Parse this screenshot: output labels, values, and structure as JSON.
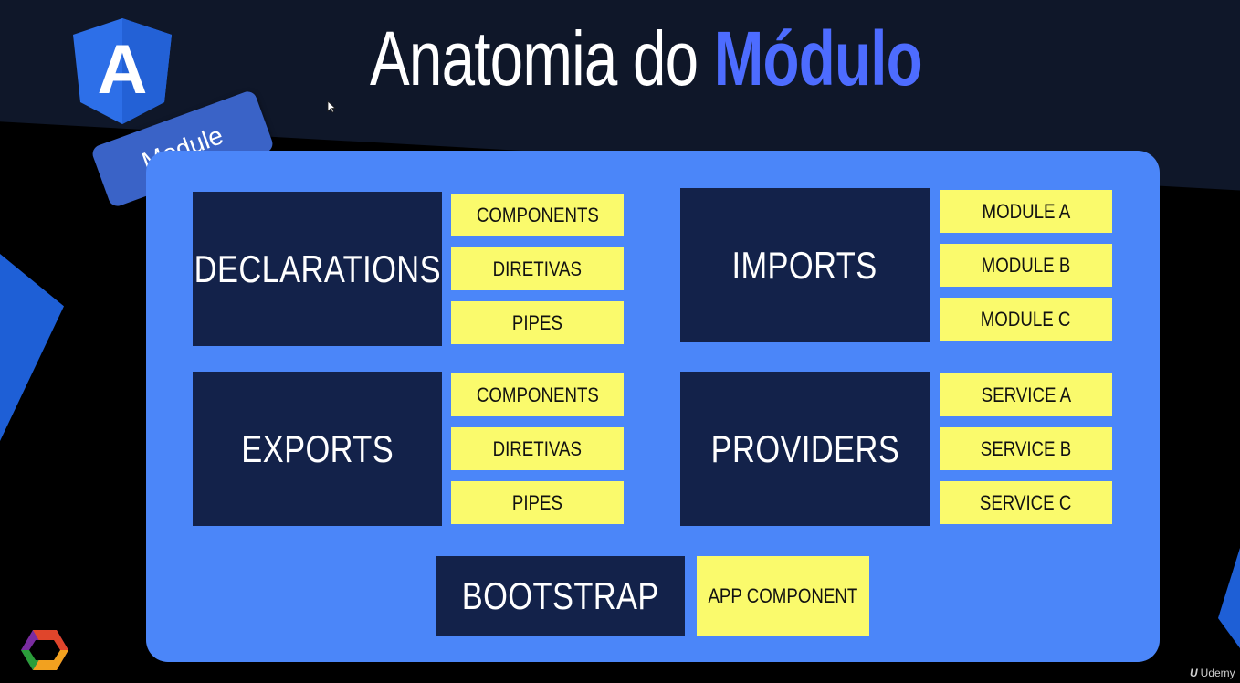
{
  "title": {
    "prefix": "Anatomia do ",
    "accent": "Módulo"
  },
  "badge": "Module",
  "logo": {
    "letter": "A"
  },
  "sections": {
    "declarations": {
      "label": "DECLARATIONS",
      "items": [
        "COMPONENTS",
        "DIRETIVAS",
        "PIPES"
      ]
    },
    "imports": {
      "label": "IMPORTS",
      "items": [
        "MODULE A",
        "MODULE B",
        "MODULE C"
      ]
    },
    "exports": {
      "label": "EXPORTS",
      "items": [
        "COMPONENTS",
        "DIRETIVAS",
        "PIPES"
      ]
    },
    "providers": {
      "label": "PROVIDERS",
      "items": [
        "SERVICE A",
        "SERVICE B",
        "SERVICE C"
      ]
    },
    "bootstrap": {
      "label": "BOOTSTRAP",
      "items": [
        "APP COMPONENT"
      ]
    }
  },
  "watermark": {
    "mark": "U",
    "text": "Udemy"
  },
  "colors": {
    "panel": "#4b86f9",
    "section_box": "#13224a",
    "item_box": "#fafa6c",
    "title_accent": "#4d6cff",
    "angular_red": "#1e5fd6"
  }
}
